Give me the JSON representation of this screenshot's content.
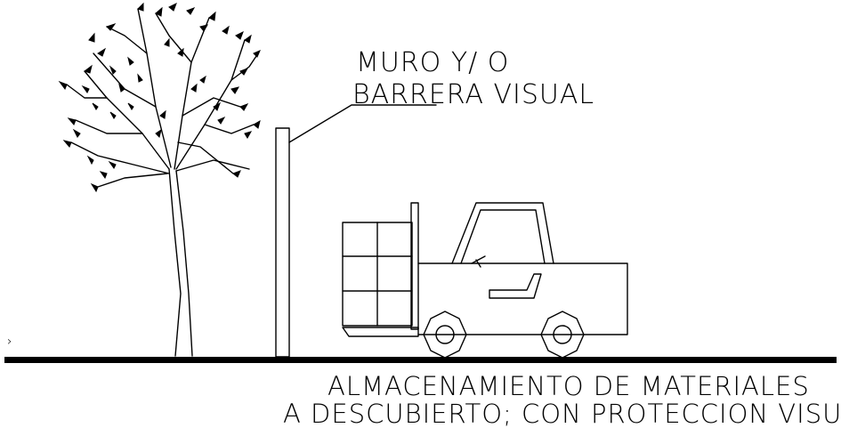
{
  "labels": {
    "wall_line1": "MURO Y/ O",
    "wall_line2": "BARRERA VISUAL",
    "caption_line1": "ALMACENAMIENTO DE MATERIALES",
    "caption_line2": "A DESCUBIERTO; CON PROTECCION VISUAL",
    "stray_mark": "›"
  },
  "colors": {
    "ink": "#000000",
    "background": "#ffffff"
  }
}
